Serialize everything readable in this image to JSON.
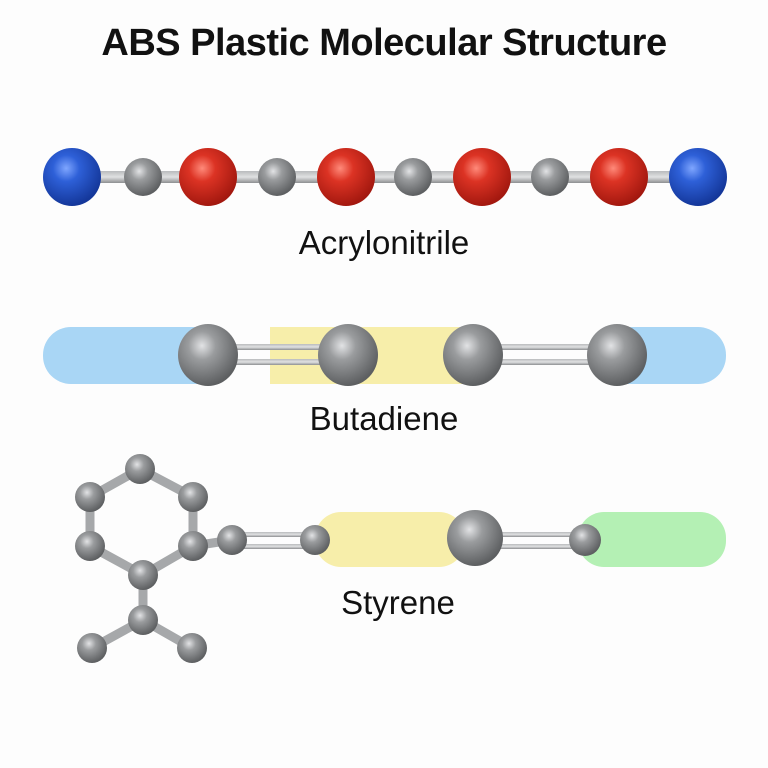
{
  "title": "ABS Plastic Molecular Structure",
  "colors": {
    "nitrogen_blue": "#1f4fc4",
    "oxygen_red": "#d12a1e",
    "carbon_gray": "#8a8c8e",
    "band_blue": "#a9d6f5",
    "band_yellow": "#f7eeaa",
    "band_green": "#b4f0b4"
  },
  "molecules": [
    {
      "name": "Acrylonitrile",
      "atoms": [
        "N",
        "C",
        "O",
        "C",
        "O",
        "C",
        "O",
        "C",
        "O",
        "N"
      ]
    },
    {
      "name": "Butadiene",
      "atoms": [
        "C",
        "C",
        "C",
        "C"
      ],
      "bands": [
        "blue",
        "yellow",
        "blue"
      ]
    },
    {
      "name": "Styrene",
      "atoms": [
        "ring-6C",
        "C",
        "C",
        "C",
        "C",
        "C",
        "C"
      ],
      "bands": [
        "yellow",
        "green"
      ]
    }
  ]
}
